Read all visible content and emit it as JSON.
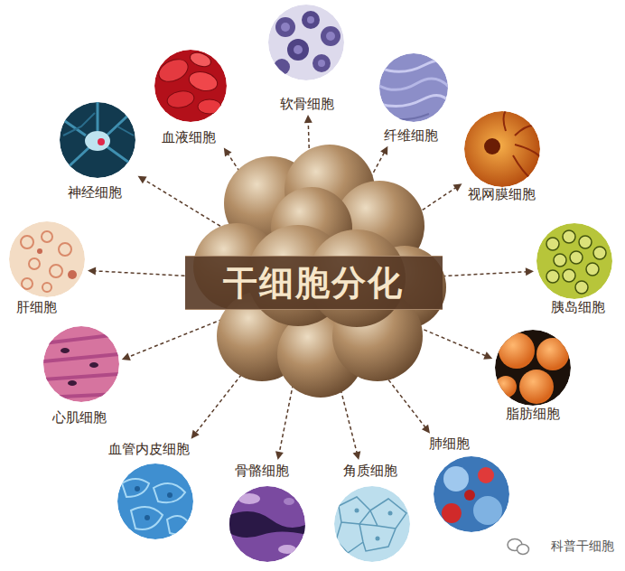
{
  "diagram": {
    "nodes": [
      {
        "text": [
          "干细胞分化"
        ]
      },
      {
        "text": [
          "血液细胞"
        ]
      },
      {
        "text": [
          "软骨细胞"
        ]
      },
      {
        "text": [
          "纤维细胞"
        ]
      },
      {
        "text": [
          "神经细胞"
        ]
      },
      {
        "text": [
          "视网膜细胞"
        ]
      },
      {
        "text": [
          "肝细胞"
        ]
      },
      {
        "text": [
          "胰岛细胞"
        ]
      },
      {
        "text": [
          "心肌细胞"
        ]
      },
      {
        "text": [
          "脂肪细胞"
        ]
      },
      {
        "text": [
          "血管内皮细胞"
        ]
      },
      {
        "text": [
          "骨骼细胞"
        ]
      },
      {
        "text": [
          "角质细胞"
        ]
      },
      {
        "text": [
          "肺细胞"
        ]
      }
    ],
    "edges": [
      {
        "from": 0,
        "to": 1,
        "arrow": "to"
      },
      {
        "from": 0,
        "to": 2,
        "arrow": "to"
      },
      {
        "from": 0,
        "to": 3,
        "arrow": "to"
      },
      {
        "from": 0,
        "to": 4,
        "arrow": "to"
      },
      {
        "from": 0,
        "to": 5,
        "arrow": "to"
      },
      {
        "from": 0,
        "to": 6,
        "arrow": "to"
      },
      {
        "from": 0,
        "to": 7,
        "arrow": "to"
      },
      {
        "from": 0,
        "to": 8,
        "arrow": "to"
      },
      {
        "from": 0,
        "to": 9,
        "arrow": "to"
      },
      {
        "from": 0,
        "to": 10,
        "arrow": "to"
      },
      {
        "from": 0,
        "to": 11,
        "arrow": "to"
      },
      {
        "from": 0,
        "to": 12,
        "arrow": "to"
      },
      {
        "from": 0,
        "to": 13,
        "arrow": "to"
      }
    ],
    "labels": [
      "科普干细胞"
    ]
  }
}
